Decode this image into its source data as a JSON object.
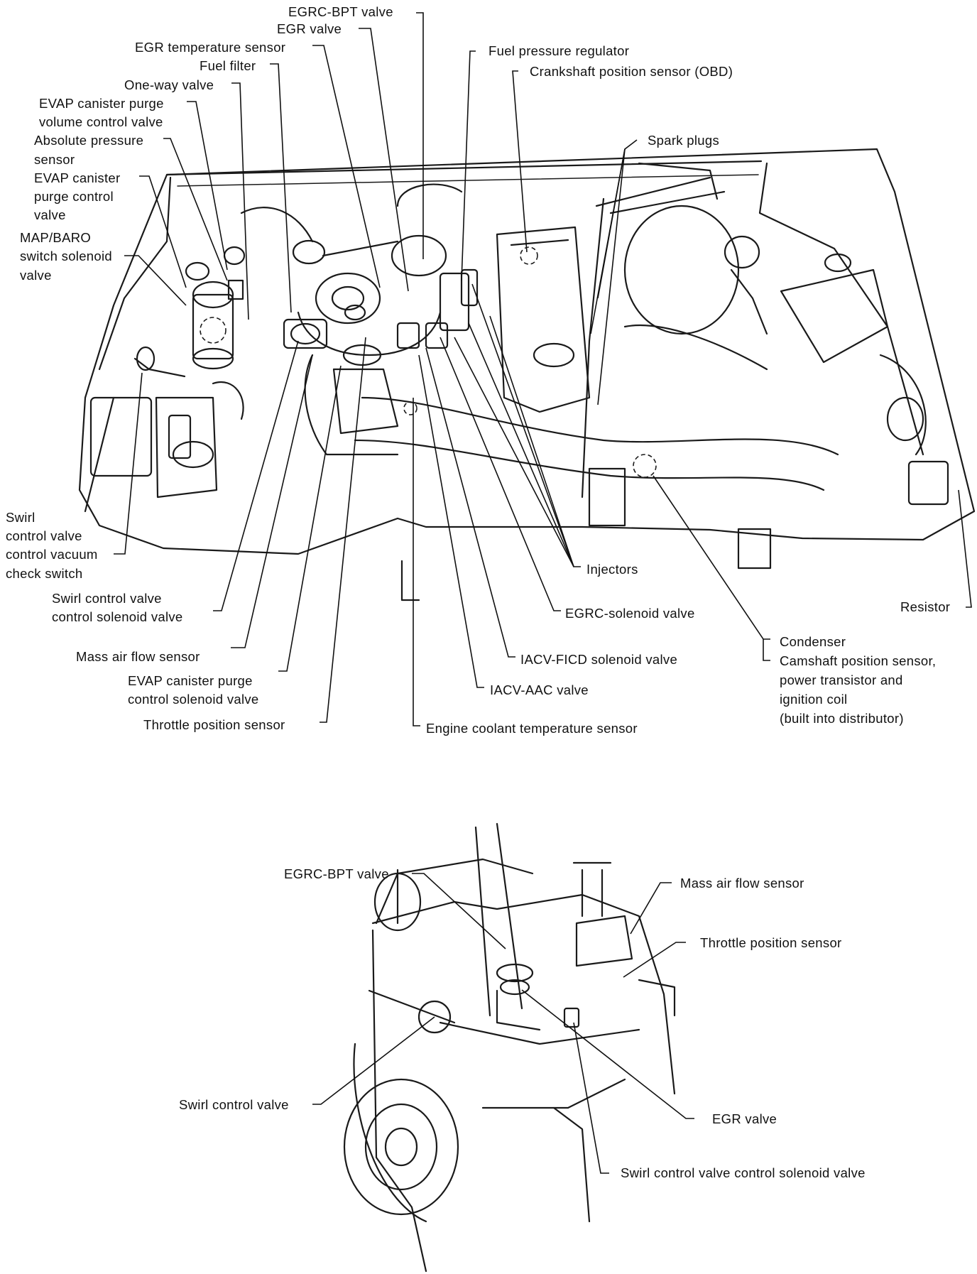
{
  "top_diagram": {
    "labels": {
      "egrc_bpt_valve": "EGRC-BPT valve",
      "egr_valve": "EGR valve",
      "egr_temp_sensor": "EGR temperature sensor",
      "fuel_filter": "Fuel filter",
      "one_way_valve": "One-way valve",
      "evap_purge_volume": [
        "EVAP canister purge",
        "volume control valve"
      ],
      "absolute_pressure_sensor": [
        "Absolute pressure",
        "sensor"
      ],
      "evap_purge_control": [
        "EVAP canister",
        "purge control",
        "valve"
      ],
      "map_baro": [
        "MAP/BARO",
        "switch solenoid",
        "valve"
      ],
      "fuel_pressure_regulator": "Fuel pressure regulator",
      "crankshaft_sensor": "Crankshaft position sensor (OBD)",
      "spark_plugs": "Spark plugs",
      "swirl_vacuum_check": [
        "Swirl",
        "control valve",
        "control vacuum",
        "check switch"
      ],
      "swirl_control_solenoid": [
        "Swirl control valve",
        "control solenoid valve"
      ],
      "mass_air_flow": "Mass air flow sensor",
      "evap_purge_control_solenoid": [
        "EVAP canister purge",
        "control solenoid valve"
      ],
      "throttle_position": "Throttle position sensor",
      "injectors": "Injectors",
      "egrc_solenoid": "EGRC-solenoid valve",
      "iacv_ficd": "IACV-FICD solenoid valve",
      "iacv_aac": "IACV-AAC valve",
      "engine_coolant": "Engine coolant temperature sensor",
      "resistor": "Resistor",
      "condenser": "Condenser",
      "camshaft": [
        "Camshaft position sensor,",
        "power transistor and",
        "ignition coil",
        "(built into distributor)"
      ]
    }
  },
  "bottom_diagram": {
    "labels": {
      "egrc_bpt_valve": "EGRC-BPT valve",
      "mass_air_flow": "Mass air flow sensor",
      "throttle_position": "Throttle position sensor",
      "swirl_control_valve": "Swirl control valve",
      "egr_valve": "EGR valve",
      "swirl_control_solenoid": "Swirl control valve control solenoid valve"
    }
  }
}
